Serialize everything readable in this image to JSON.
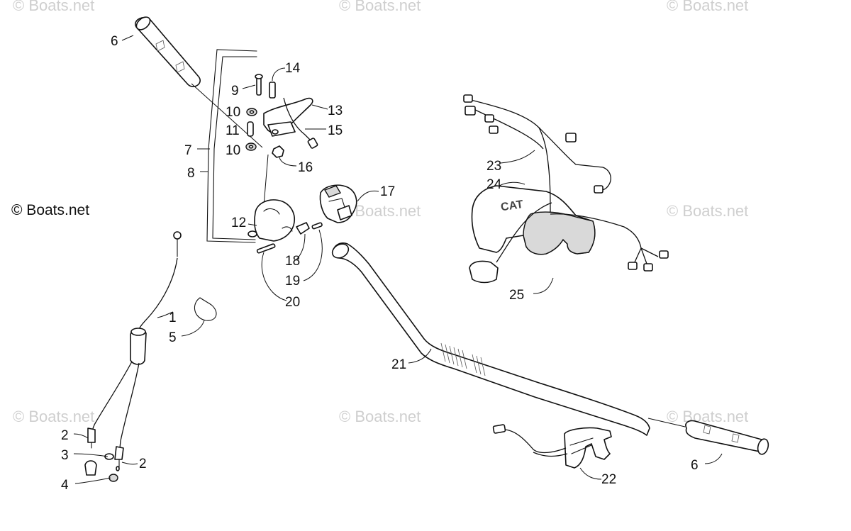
{
  "copyright": "© Boats.net",
  "watermarks": [
    "© Boats.net",
    "© Boats.net",
    "© Boats.net",
    "© Boats.net",
    "© Boats.net",
    "© Boats.net",
    "© Boats.net",
    "© Boats.net"
  ],
  "callouts": {
    "c1": "1",
    "c2a": "2",
    "c2b": "2",
    "c3": "3",
    "c4": "4",
    "c5": "5",
    "c6a": "6",
    "c6b": "6",
    "c7": "7",
    "c8": "8",
    "c9": "9",
    "c10a": "10",
    "c10b": "10",
    "c11": "11",
    "c12": "12",
    "c13": "13",
    "c14": "14",
    "c15": "15",
    "c16": "16",
    "c17": "17",
    "c18": "18",
    "c19": "19",
    "c20": "20",
    "c21": "21",
    "c22": "22",
    "c23": "23",
    "c24": "24",
    "c25": "25"
  },
  "cover_logo": "CAT",
  "colors": {
    "line": "#111111",
    "watermark": "#cfcfcf",
    "background": "#ffffff"
  }
}
